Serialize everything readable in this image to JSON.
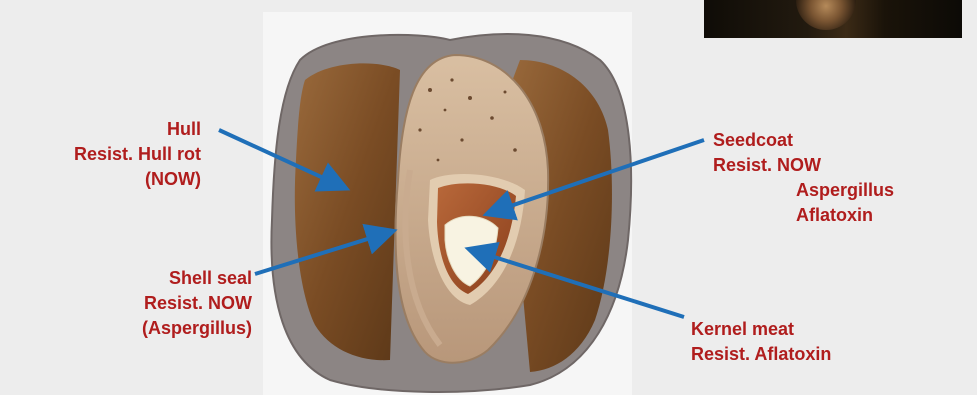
{
  "labels": {
    "hull": {
      "name": "Hull",
      "resistance": "Resist. Hull rot",
      "note": "(NOW)"
    },
    "shell_seal": {
      "name": "Shell seal",
      "resistance": "Resist. NOW",
      "note": "(Aspergillus)"
    },
    "seedcoat": {
      "name": "Seedcoat",
      "resistance": "Resist. NOW",
      "extra1": "Aspergillus",
      "extra2": "Aflatoxin"
    },
    "kernel": {
      "name": "Kernel meat",
      "resistance": "Resist. Aflatoxin"
    }
  },
  "colors": {
    "label_text": "#b01d1d",
    "arrow": "#1f6fb8",
    "background": "#ededed"
  }
}
